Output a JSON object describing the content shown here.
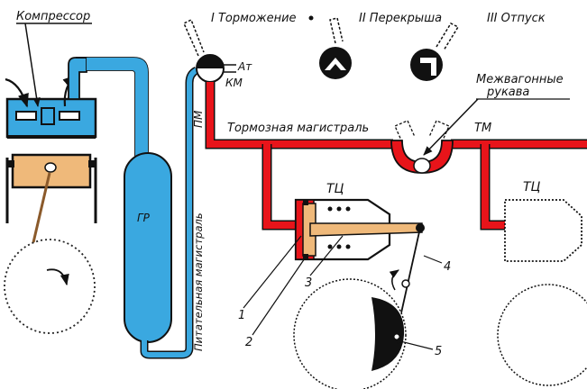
{
  "labels": {
    "compressor": "Компрессор",
    "mode_1": "I Торможение",
    "mode_2": "II Перекрыша",
    "mode_3": "III Отпуск",
    "atm": "Ат",
    "km": "КМ",
    "hoses_line1": "Межвагонные",
    "hoses_line2": "рукава",
    "brake_main": "Тормозная магистраль",
    "tm": "ТМ",
    "tc_left": "ТЦ",
    "tc_right": "ТЦ",
    "pm": "ПМ",
    "feed_main": "Питательная магистраль",
    "reservoir": "ГР",
    "num_1": "1",
    "num_2": "2",
    "num_3": "3",
    "num_4": "4",
    "num_5": "5"
  },
  "colors": {
    "air_supply": "#3aa8e0",
    "brake_line": "#e8141a",
    "piston": "#efb97a",
    "crank": "#8b5a2b",
    "outline": "#111111"
  },
  "icons": {
    "valve_handle_mode_1": "valve-handle-icon",
    "valve_handle_mode_2": "valve-handle-icon",
    "valve_handle_mode_3": "valve-handle-icon",
    "rotation_arrow": "rotation-arrow-icon"
  }
}
